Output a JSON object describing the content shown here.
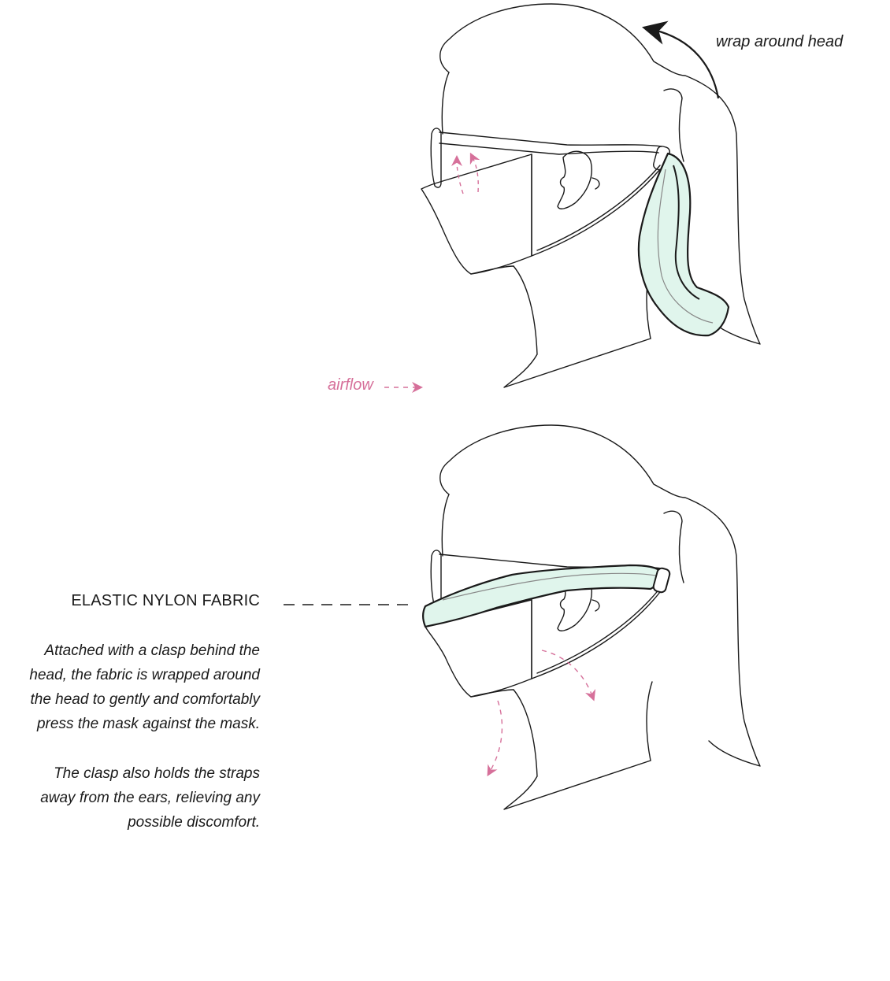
{
  "colors": {
    "line": "#1a1a1a",
    "airflow": "#d6709a",
    "fabric_fill": "#e0f5ec",
    "fabric_stroke": "#1a1a1a"
  },
  "annotations": {
    "wrap_around_head": "wrap around head",
    "airflow": "airflow"
  },
  "fabric": {
    "title": "ELASTIC NYLON FABRIC",
    "description_1": [
      "Attached with a clasp behind the",
      "head, the fabric is wrapped around",
      "the head to gently and comfortably",
      "press the mask against the mask."
    ],
    "description_2": [
      "The clasp also holds the straps",
      "away from the ears, relieving any",
      "possible discomfort."
    ]
  },
  "icons": {
    "wrap_arrow": "curved-arrow-icon",
    "airflow_arrow": "dashed-arrow-icon"
  }
}
